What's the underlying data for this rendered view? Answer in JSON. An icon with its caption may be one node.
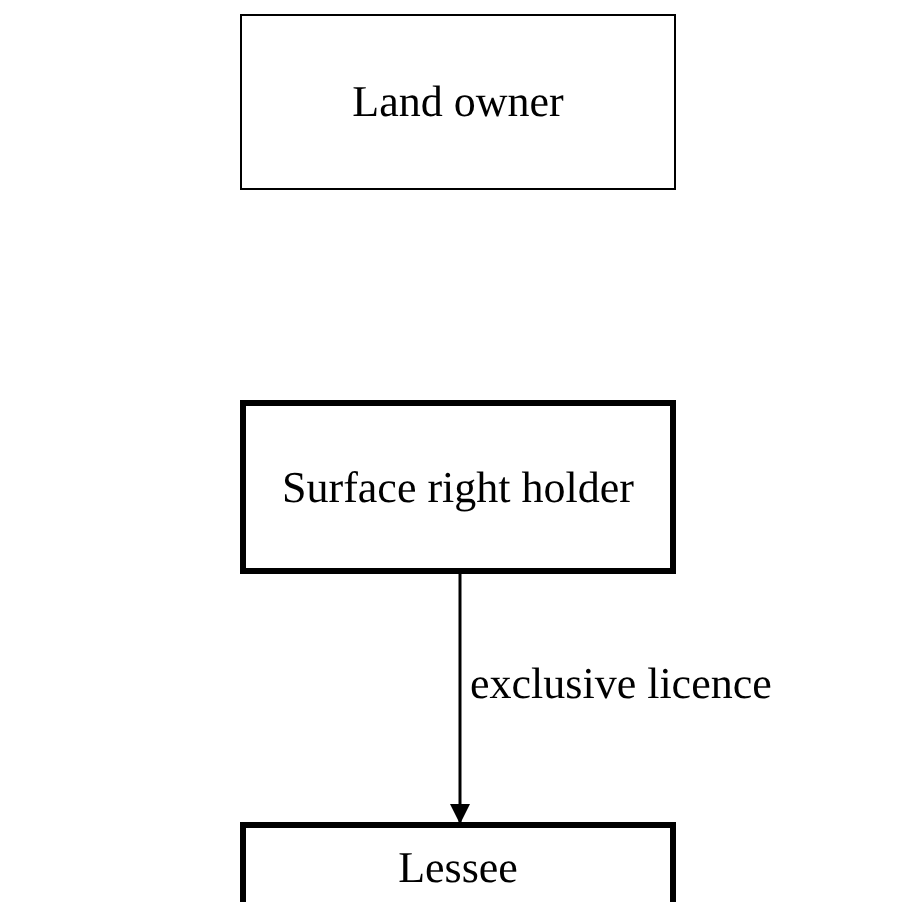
{
  "diagram": {
    "nodes": [
      {
        "text": [
          "Land owner"
        ]
      },
      {
        "text": [
          "Surface right holder"
        ]
      },
      {
        "text": [
          "Lessee"
        ]
      }
    ],
    "edges": [
      {
        "from": 1,
        "to": 2,
        "arrow": "to",
        "label": "exclusive licence"
      }
    ]
  }
}
